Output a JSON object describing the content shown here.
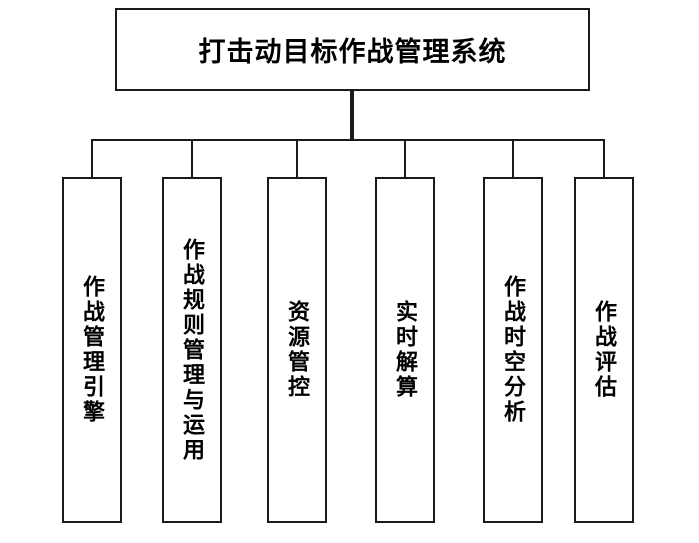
{
  "diagram": {
    "type": "hierarchy",
    "colors": {
      "border": "#1a1a1a",
      "background": "#ffffff",
      "text": "#000000"
    },
    "root": {
      "label": "打击动目标作战管理系统"
    },
    "children": [
      {
        "label": "作战管理引擎"
      },
      {
        "label": "作战规则管理与运用"
      },
      {
        "label": "资源管控"
      },
      {
        "label": "实时解算"
      },
      {
        "label": "作战时空分析"
      },
      {
        "label": "作战评估"
      }
    ]
  }
}
